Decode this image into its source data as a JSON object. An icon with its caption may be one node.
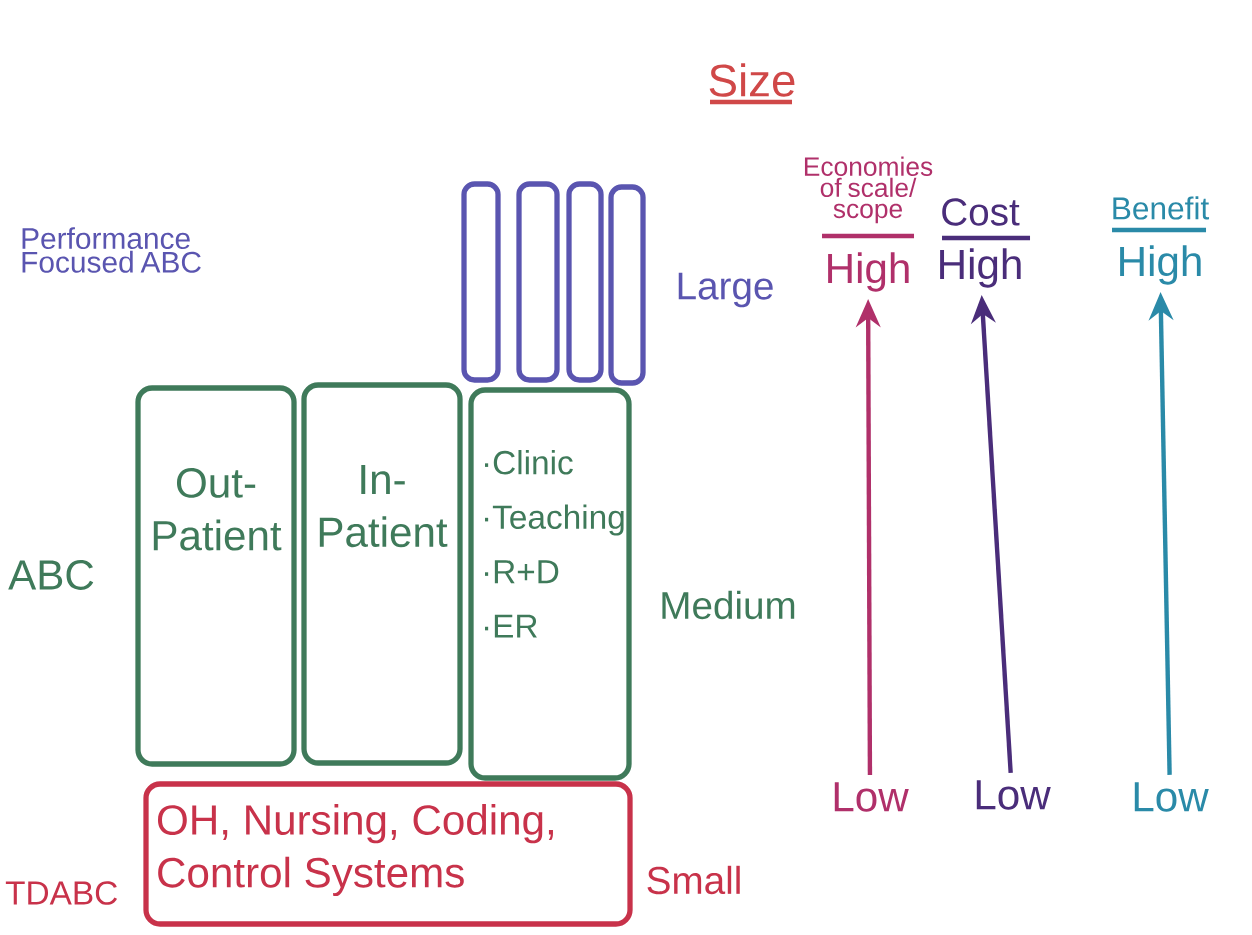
{
  "diagram": {
    "nodes": [
      {
        "text": [],
        "shape": "box"
      },
      {
        "text": [],
        "shape": "box"
      },
      {
        "text": [],
        "shape": "box"
      },
      {
        "text": [],
        "shape": "box"
      },
      {
        "text": [
          "Out-Patient"
        ]
      },
      {
        "text": [
          "In-Patient"
        ]
      },
      {
        "text": [
          "·Clinic",
          "·Teaching",
          "·R+D",
          "·ER"
        ]
      },
      {
        "text": [
          "OH, Nursing, Coding, Control Systems"
        ]
      },
      {
        "text": [
          "High"
        ]
      },
      {
        "text": [
          "Low"
        ]
      },
      {
        "text": [
          "High"
        ]
      },
      {
        "text": [
          "Low"
        ]
      },
      {
        "text": [
          "High"
        ]
      },
      {
        "text": [
          "Low"
        ]
      }
    ],
    "edges": [
      {
        "from": 9,
        "to": 8,
        "arrow": "to",
        "color": "#b0306a"
      },
      {
        "from": 11,
        "to": 10,
        "arrow": "to",
        "color": "#4a2d7a"
      },
      {
        "from": 13,
        "to": 12,
        "arrow": "to",
        "color": "#2a8aa8"
      }
    ],
    "labels": [
      "Size",
      "Performance Focused ABC",
      "Economies of scale/ scope",
      "Cost",
      "Benefit",
      "Large",
      "ABC",
      "Medium",
      "TDABC",
      "Small"
    ]
  }
}
